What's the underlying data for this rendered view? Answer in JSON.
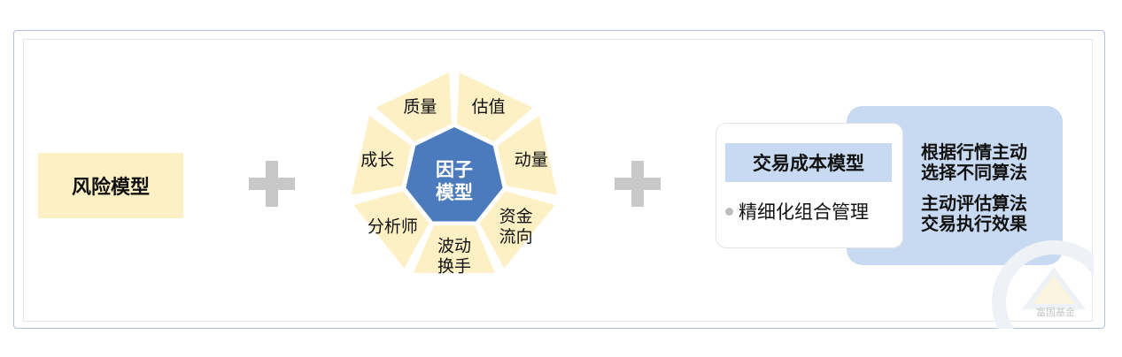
{
  "risk_model": {
    "label": "风险模型"
  },
  "factor_model": {
    "center_line1": "因子",
    "center_line2": "模型",
    "segments": [
      {
        "lines": [
          "估值"
        ]
      },
      {
        "lines": [
          "动量"
        ]
      },
      {
        "lines": [
          "资金",
          "流向"
        ]
      },
      {
        "lines": [
          "波动",
          "换手"
        ]
      },
      {
        "lines": [
          "分析师"
        ]
      },
      {
        "lines": [
          "成长"
        ]
      },
      {
        "lines": [
          "质量"
        ]
      }
    ]
  },
  "cost_model": {
    "title": "交易成本模型",
    "bullet": "精细化组合管理",
    "right_lines": [
      "根据行情主动",
      "选择不同算法",
      "主动评估算法",
      "交易执行效果"
    ]
  },
  "watermark": {
    "text": "富国基金"
  },
  "colors": {
    "segment_fill": "#fdf0c4",
    "center_fill": "#4b7bbd",
    "cost_fill": "#c8daf1",
    "plus_color": "#c8c8c8"
  }
}
